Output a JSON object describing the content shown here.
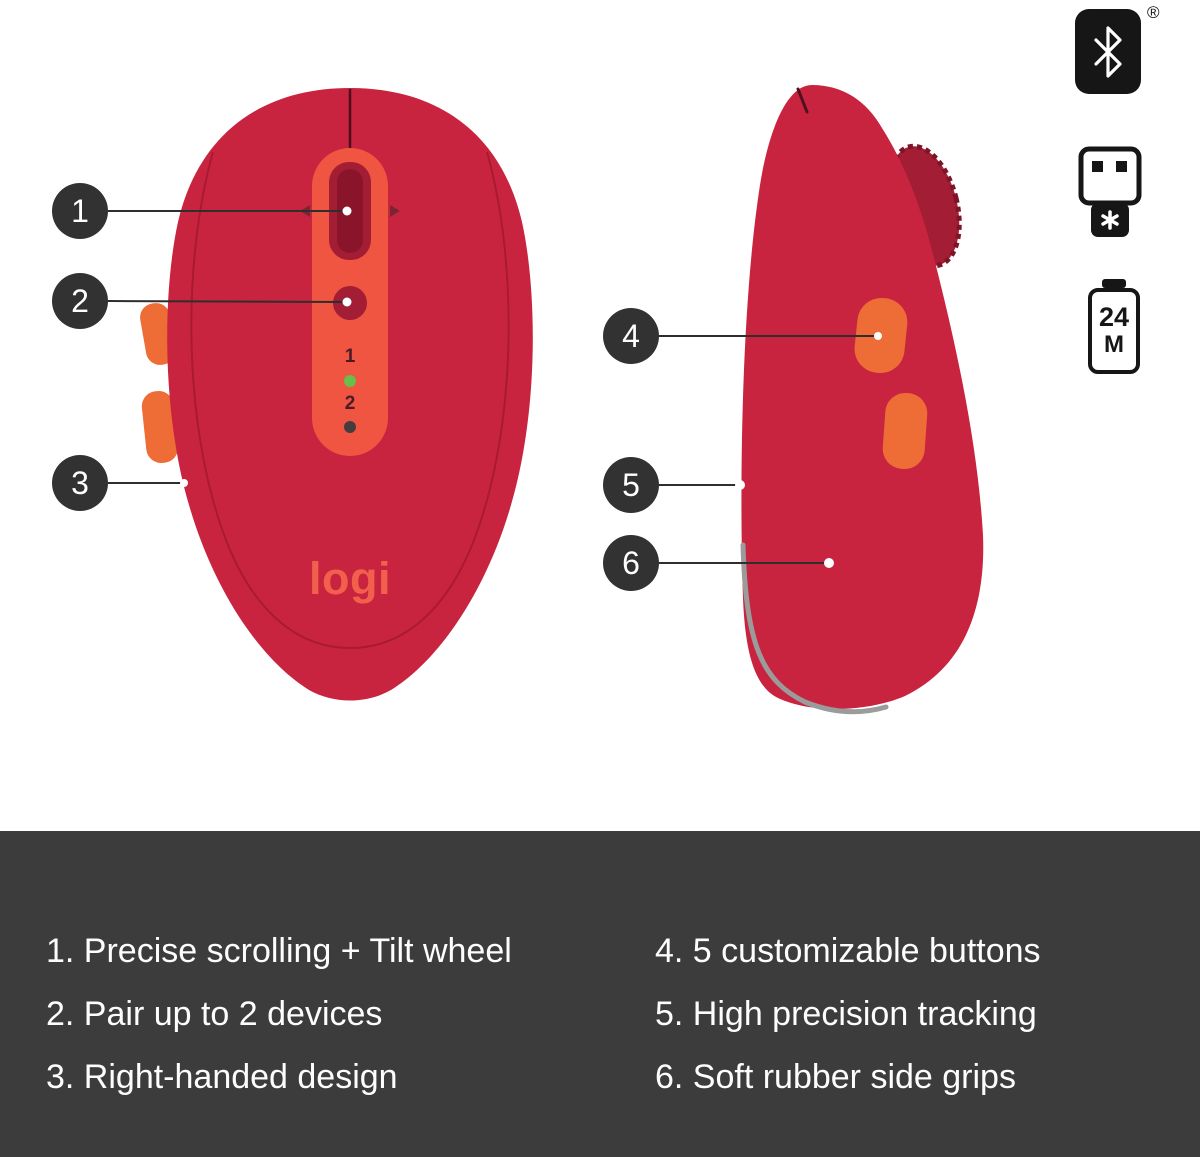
{
  "brand": {
    "logo_text": "logi"
  },
  "callouts": [
    {
      "number": "1"
    },
    {
      "number": "2"
    },
    {
      "number": "3"
    },
    {
      "number": "4"
    },
    {
      "number": "5"
    },
    {
      "number": "6"
    }
  ],
  "indicators": {
    "channel1": "1",
    "channel2": "2"
  },
  "icons": {
    "bluetooth_badge": "bluetooth-icon",
    "registered_mark": "®",
    "receiver_badge": "usb-receiver-icon",
    "battery_badge": "battery-life-icon",
    "battery_value": "24",
    "battery_unit": "M"
  },
  "features": {
    "left": [
      {
        "text": "1. Precise scrolling + Tilt wheel"
      },
      {
        "text": "2. Pair up to 2 devices"
      },
      {
        "text": "3. Right-handed design"
      }
    ],
    "right": [
      {
        "text": "4. 5 customizable buttons"
      },
      {
        "text": "5. High precision tracking"
      },
      {
        "text": "6. Soft rubber side grips"
      }
    ]
  },
  "colors": {
    "mouse_red": "#c9243f",
    "accent_orange": "#f05541",
    "wheel_dark_red": "#a31d34",
    "button_orange": "#ee6c36",
    "logo_coral": "#f2604d",
    "led_green": "#68bf49",
    "led_dark": "#453c40",
    "callout_dark": "#323232",
    "footer_bg": "#3c3c3c"
  }
}
